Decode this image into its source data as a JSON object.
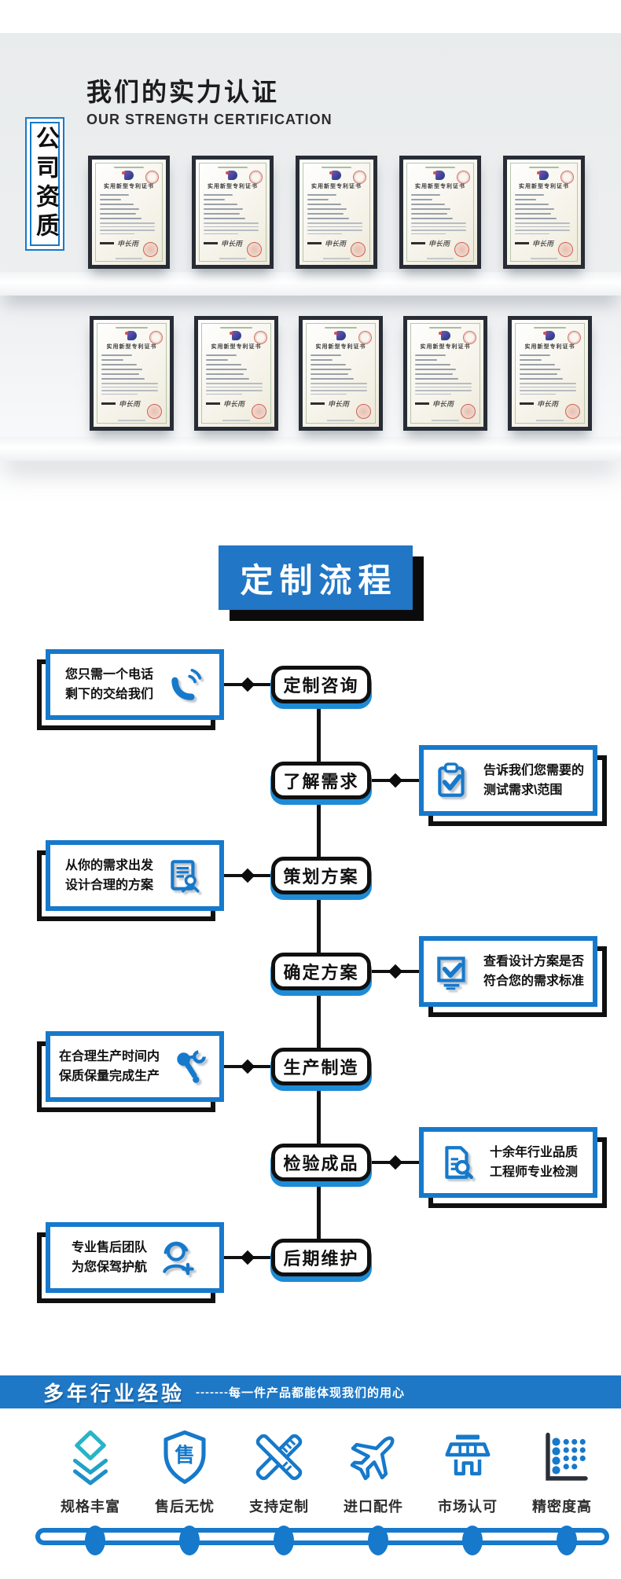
{
  "colors": {
    "accent_blue": "#1679cb",
    "accent_teal": "#29b4c6",
    "banner_blue": "#1f78c6",
    "ink_black": "#101010",
    "pill_shadow_blue": "#1e8bd6"
  },
  "header": {
    "title": "我们的实力认证",
    "subtitle": "OUR STRENGTH CERTIFICATION",
    "side_badge": "公司资质"
  },
  "certificates": {
    "title": "实用新型专利证书",
    "signature": "申长雨",
    "row_counts": [
      5,
      5
    ]
  },
  "process": {
    "heading": "定制流程",
    "steps": [
      {
        "label": "定制咨询",
        "side": "left",
        "icon": "phone-icon",
        "note1": "您只需一个电话",
        "note2": "剩下的交给我们"
      },
      {
        "label": "了解需求",
        "side": "right",
        "icon": "clipboard-check-icon",
        "note1": "告诉我们您需要的",
        "note2": "测试需求\\范围"
      },
      {
        "label": "策划方案",
        "side": "left",
        "icon": "document-person-icon",
        "note1": "从你的需求出发",
        "note2": "设计合理的方案"
      },
      {
        "label": "确定方案",
        "side": "right",
        "icon": "monitor-check-icon",
        "note1": "查看设计方案是否",
        "note2": "符合您的需求标准"
      },
      {
        "label": "生产制造",
        "side": "left",
        "icon": "robot-arm-icon",
        "note1": "在合理生产时间内",
        "note2": "保质保量完成生产"
      },
      {
        "label": "检验成品",
        "side": "right",
        "icon": "document-search-icon",
        "note1": "十余年行业品质",
        "note2": "工程师专业检测"
      },
      {
        "label": "后期维护",
        "side": "left",
        "icon": "support-agent-icon",
        "note1": "专业售后团队",
        "note2": "为您保驾护航"
      }
    ]
  },
  "banner": {
    "title": "多年行业经验",
    "dashes": "-------",
    "tagline": "每一件产品都能体现我们的用心"
  },
  "features": [
    {
      "label": "规格丰富",
      "icon": "layers-icon",
      "badge_glyph": ""
    },
    {
      "label": "售后无忧",
      "icon": "shield-icon",
      "badge_glyph": "售"
    },
    {
      "label": "支持定制",
      "icon": "tools-icon",
      "badge_glyph": ""
    },
    {
      "label": "进口配件",
      "icon": "plane-icon",
      "badge_glyph": ""
    },
    {
      "label": "市场认可",
      "icon": "store-icon",
      "badge_glyph": ""
    },
    {
      "label": "精密度高",
      "icon": "precision-chart-icon",
      "badge_glyph": ""
    }
  ]
}
